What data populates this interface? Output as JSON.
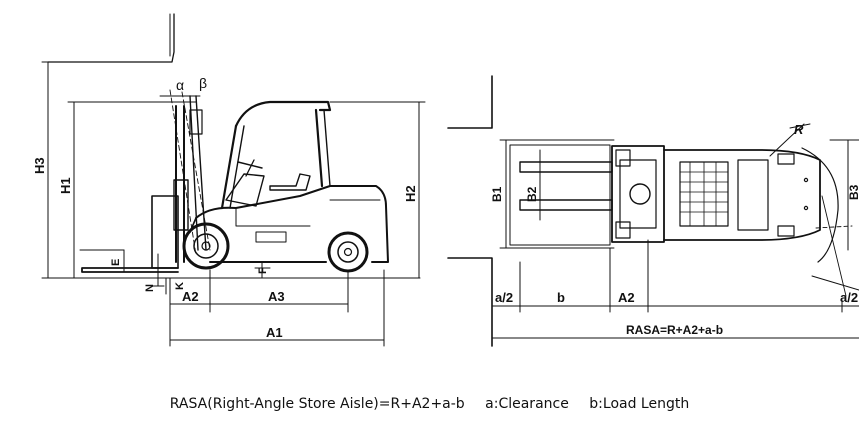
{
  "side_view": {
    "angles": {
      "alpha": "α",
      "beta": "β"
    },
    "vertical_dims": {
      "h3": "H3",
      "h1": "H1",
      "h2": "H2"
    },
    "small_dims": {
      "e": "E",
      "n": "N",
      "k": "K",
      "f": "F"
    },
    "horizontal_dims": {
      "a2": "A2",
      "a3": "A3",
      "a1": "A1"
    }
  },
  "top_view": {
    "dims": {
      "r": "R",
      "b1": "B1",
      "b2": "B2",
      "b3": "B3",
      "a_half_left": "a/2",
      "b": "b",
      "a2": "A2",
      "a_half_right": "a/2",
      "rasa": "RASA=R+A2+a-b"
    }
  },
  "caption": {
    "formula": "RASA(Right-Angle Store Aisle)=R+A2+a-b",
    "clearance": "a:Clearance",
    "load_length": "b:Load Length"
  }
}
